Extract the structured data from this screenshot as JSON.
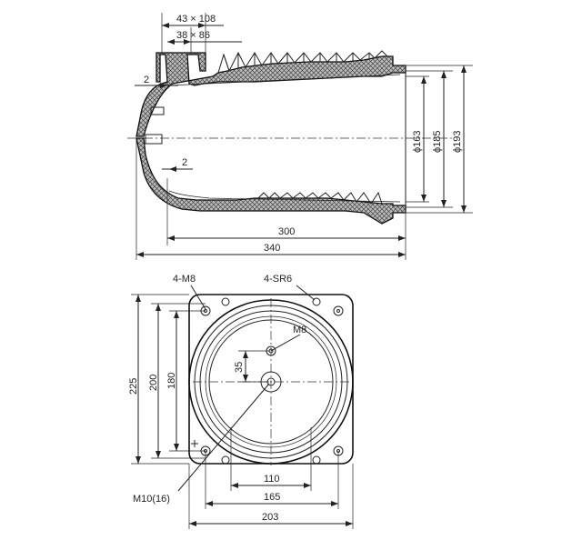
{
  "side_view": {
    "dim_top_outer": "43 × 108",
    "dim_top_inner": "38 × 86",
    "dim_wall_top": "2",
    "dim_wall_mid": "2",
    "dim_d163": "ϕ163",
    "dim_d185": "ϕ185",
    "dim_d193": "ϕ193",
    "dim_300": "300",
    "dim_340": "340"
  },
  "plan_view": {
    "label_4m8": "4-M8",
    "label_4sr6": "4-SR6",
    "label_m8": "M8",
    "label_35": "35",
    "label_225": "225",
    "label_200": "200",
    "label_180": "180",
    "label_110": "110",
    "label_165": "165",
    "label_203": "203",
    "label_m10": "M10(16)"
  }
}
